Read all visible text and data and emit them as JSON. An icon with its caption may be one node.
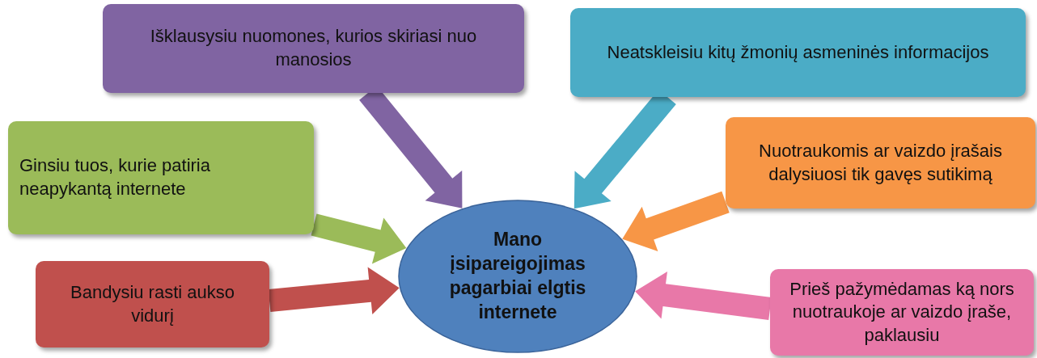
{
  "diagram": {
    "nodes": [
      {
        "text": [
          "Mano įsipareigojimas pagarbiai elgtis internete"
        ]
      },
      {
        "text": [
          "Išklausysiu nuomones, kurios skiriasi nuo manosios"
        ]
      },
      {
        "text": [
          "Neatskleisiu kitų žmonių asmeninės informacijos"
        ]
      },
      {
        "text": [
          "Ginsiu tuos, kurie patiria neapykantą internete"
        ]
      },
      {
        "text": [
          "Nuotraukomis ar vaizdo įrašais dalysiuosi tik gavęs sutikimą"
        ]
      },
      {
        "text": [
          "Bandysiu rasti aukso vidurį"
        ]
      },
      {
        "text": [
          "Prieš pažymėdamas ką nors nuotraukoje ar vaizdo įraše, paklausiu"
        ]
      }
    ],
    "edges": [
      {
        "from": 1,
        "to": 0,
        "arrow": "to",
        "style": "thick",
        "color": "#8064a2"
      },
      {
        "from": 2,
        "to": 0,
        "arrow": "to",
        "style": "thick",
        "color": "#4bacc6"
      },
      {
        "from": 3,
        "to": 0,
        "arrow": "to",
        "style": "thick",
        "color": "#9bbb59"
      },
      {
        "from": 4,
        "to": 0,
        "arrow": "to",
        "style": "thick",
        "color": "#f79646"
      },
      {
        "from": 5,
        "to": 0,
        "arrow": "to",
        "style": "thick",
        "color": "#c0504d"
      },
      {
        "from": 6,
        "to": 0,
        "arrow": "to",
        "style": "thick",
        "color": "#e878a8"
      }
    ]
  }
}
